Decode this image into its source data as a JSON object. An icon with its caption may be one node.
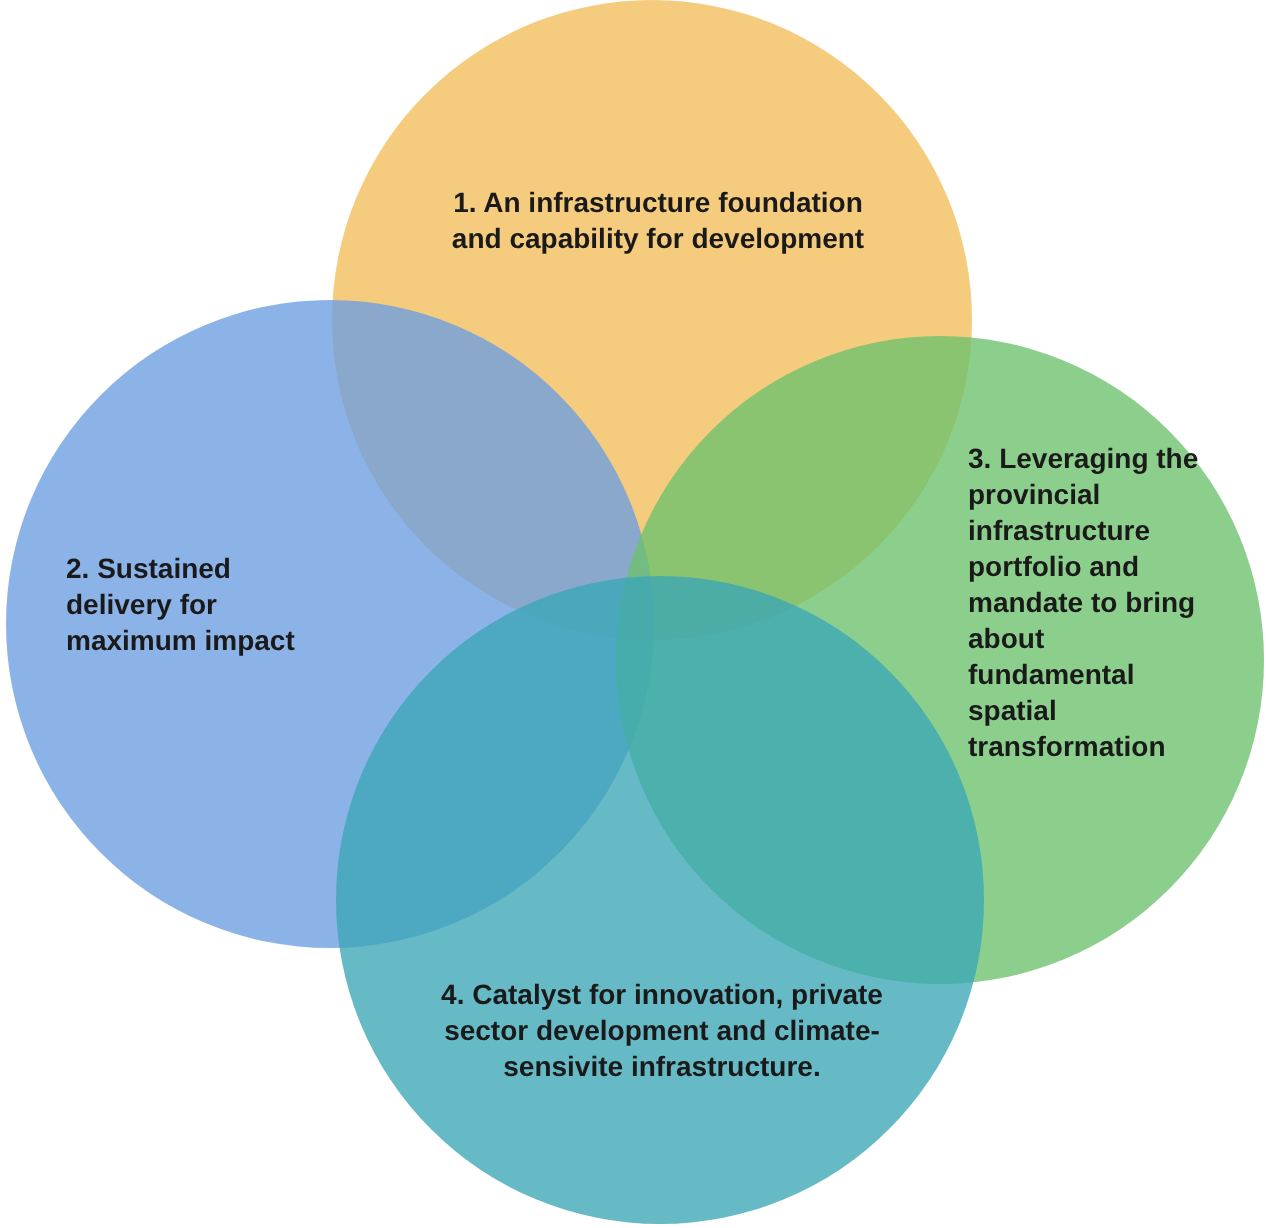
{
  "diagram": {
    "nodes": [
      {
        "text": [
          "1. An infrastructure foundation and capability for development"
        ]
      },
      {
        "text": [
          "2. Sustained delivery for maximum impact"
        ]
      },
      {
        "text": [
          "3. Leveraging the provincial infrastructure portfolio and mandate to bring about fundamental spatial transformation"
        ]
      },
      {
        "text": [
          "4. Catalyst for innovation, private sector development and climate-sensivite infrastructure."
        ]
      }
    ]
  }
}
